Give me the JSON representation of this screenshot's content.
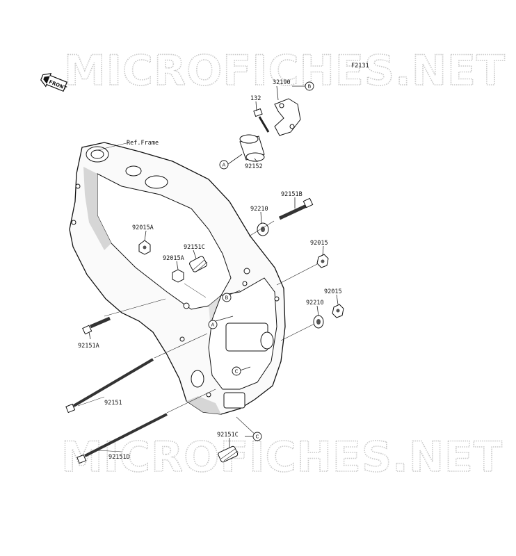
{
  "diagram_code": "F2131",
  "front_badge": "FRONT",
  "watermark": "MICROFICHES.NET",
  "ref_frame": "Ref.Frame",
  "parts": {
    "p132": "132",
    "p32190": "32190",
    "p92152": "92152",
    "p92151B": "92151B",
    "p92210_top": "92210",
    "p92015A_1": "92015A",
    "p92151C_top": "92151C",
    "p92015A_2": "92015A",
    "p92015_1": "92015",
    "p92015_2": "92015",
    "p92210_mid": "92210",
    "p92151A": "92151A",
    "p92151": "92151",
    "p92151D": "92151D",
    "p92151C_bot": "92151C"
  },
  "refs": {
    "A": "A",
    "B": "B",
    "C": "C"
  }
}
